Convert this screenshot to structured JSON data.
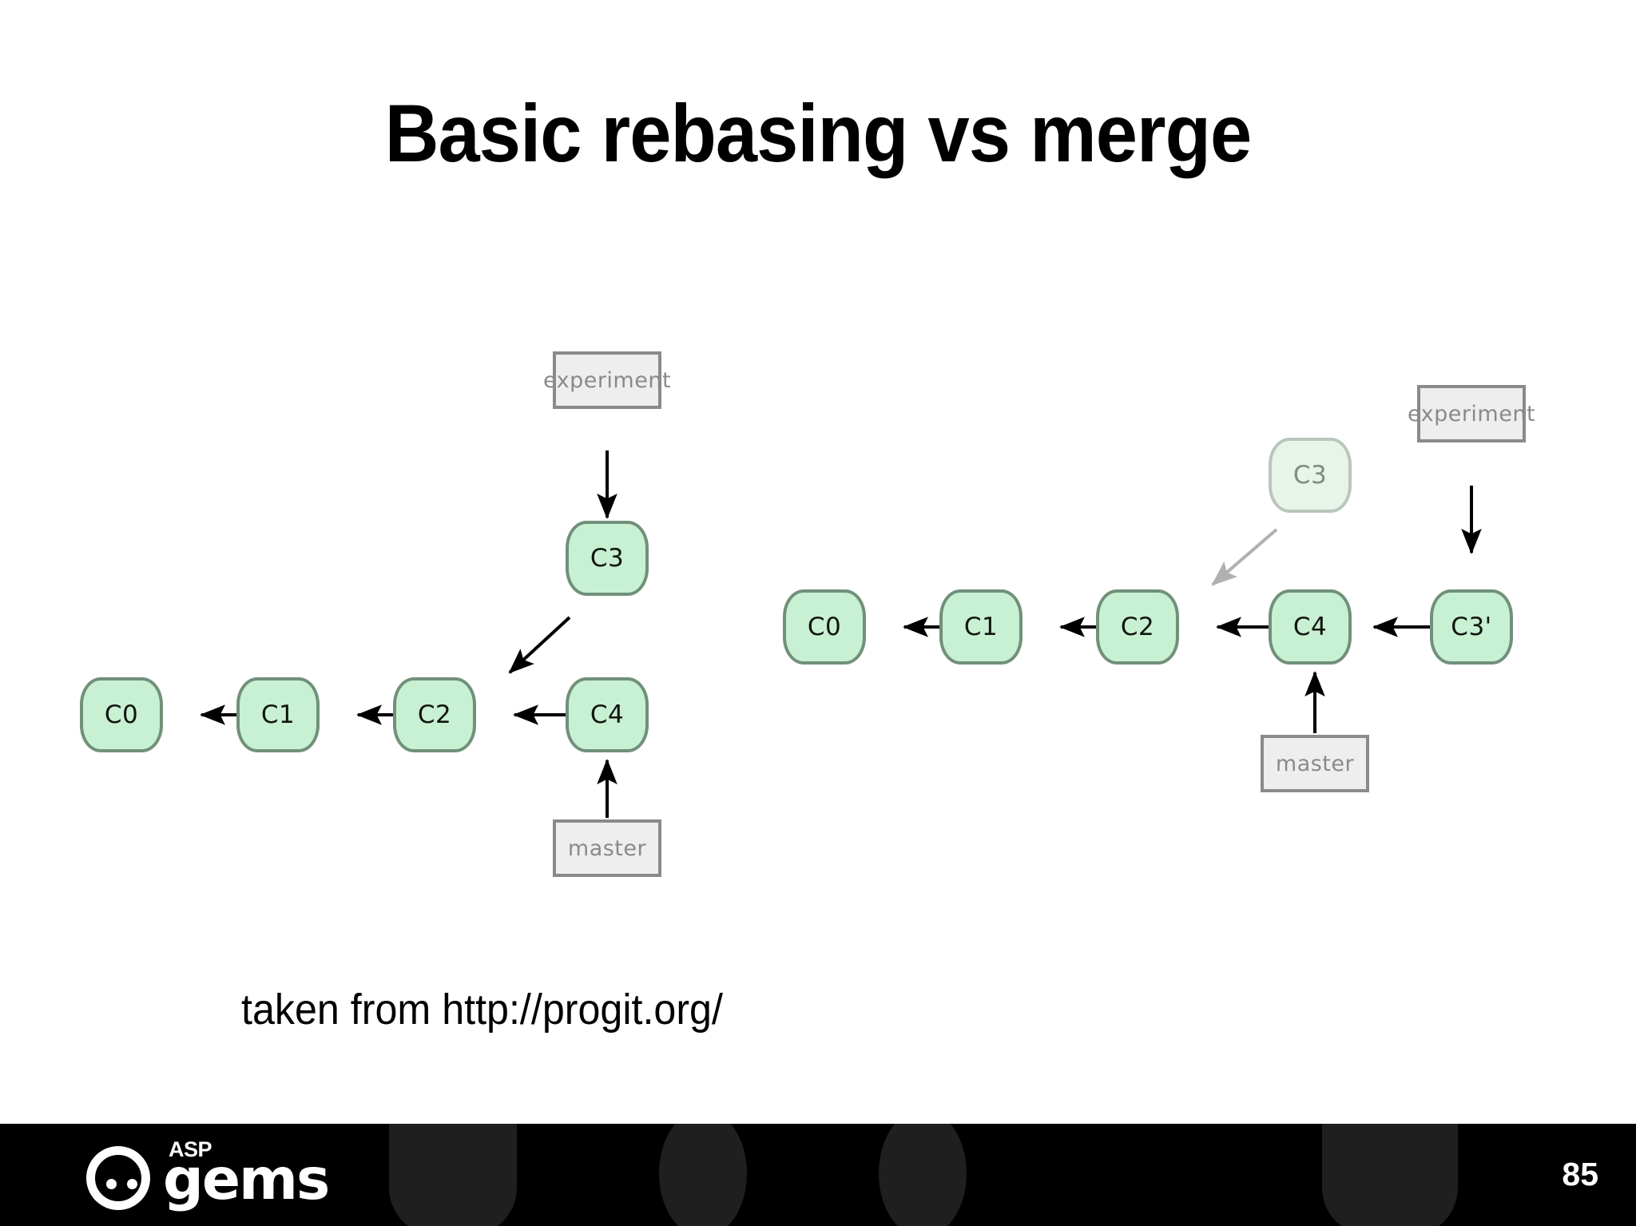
{
  "slide": {
    "title": "Basic rebasing vs merge",
    "attribution": "taken from http://progit.org/",
    "page_number": "85"
  },
  "colors": {
    "commit_fill": "#c8f0d2",
    "commit_border": "#71907a",
    "commit_fill_faded": "#e8f4ea",
    "commit_border_faded": "#b9c6bc",
    "label_fill": "#eeeeee",
    "label_border": "#8a8a8a",
    "label_text": "#8a8a8a",
    "arrow": "#000000",
    "arrow_faded": "#b0b0b0",
    "footer_bg": "#000000",
    "footer_deco": "#1f1f1f",
    "title_text": "#000000"
  },
  "diagrams": [
    {
      "id": "left",
      "name": "merge-diagram",
      "commits": [
        {
          "label": "C0",
          "faded": false
        },
        {
          "label": "C1",
          "faded": false
        },
        {
          "label": "C2",
          "faded": false
        },
        {
          "label": "C4",
          "faded": false
        },
        {
          "label": "C3",
          "faded": false
        }
      ],
      "branch_labels": [
        {
          "name": "experiment",
          "text": "experiment"
        },
        {
          "name": "master",
          "text": "master"
        }
      ]
    },
    {
      "id": "right",
      "name": "rebase-diagram",
      "commits": [
        {
          "label": "C0",
          "faded": false
        },
        {
          "label": "C1",
          "faded": false
        },
        {
          "label": "C2",
          "faded": false
        },
        {
          "label": "C4",
          "faded": false
        },
        {
          "label": "C3'",
          "faded": false
        },
        {
          "label": "C3",
          "faded": true
        }
      ],
      "branch_labels": [
        {
          "name": "experiment",
          "text": "experiment"
        },
        {
          "name": "master",
          "text": "master"
        }
      ]
    }
  ],
  "logo": {
    "top_text": "ASP",
    "main_text": "gems"
  }
}
